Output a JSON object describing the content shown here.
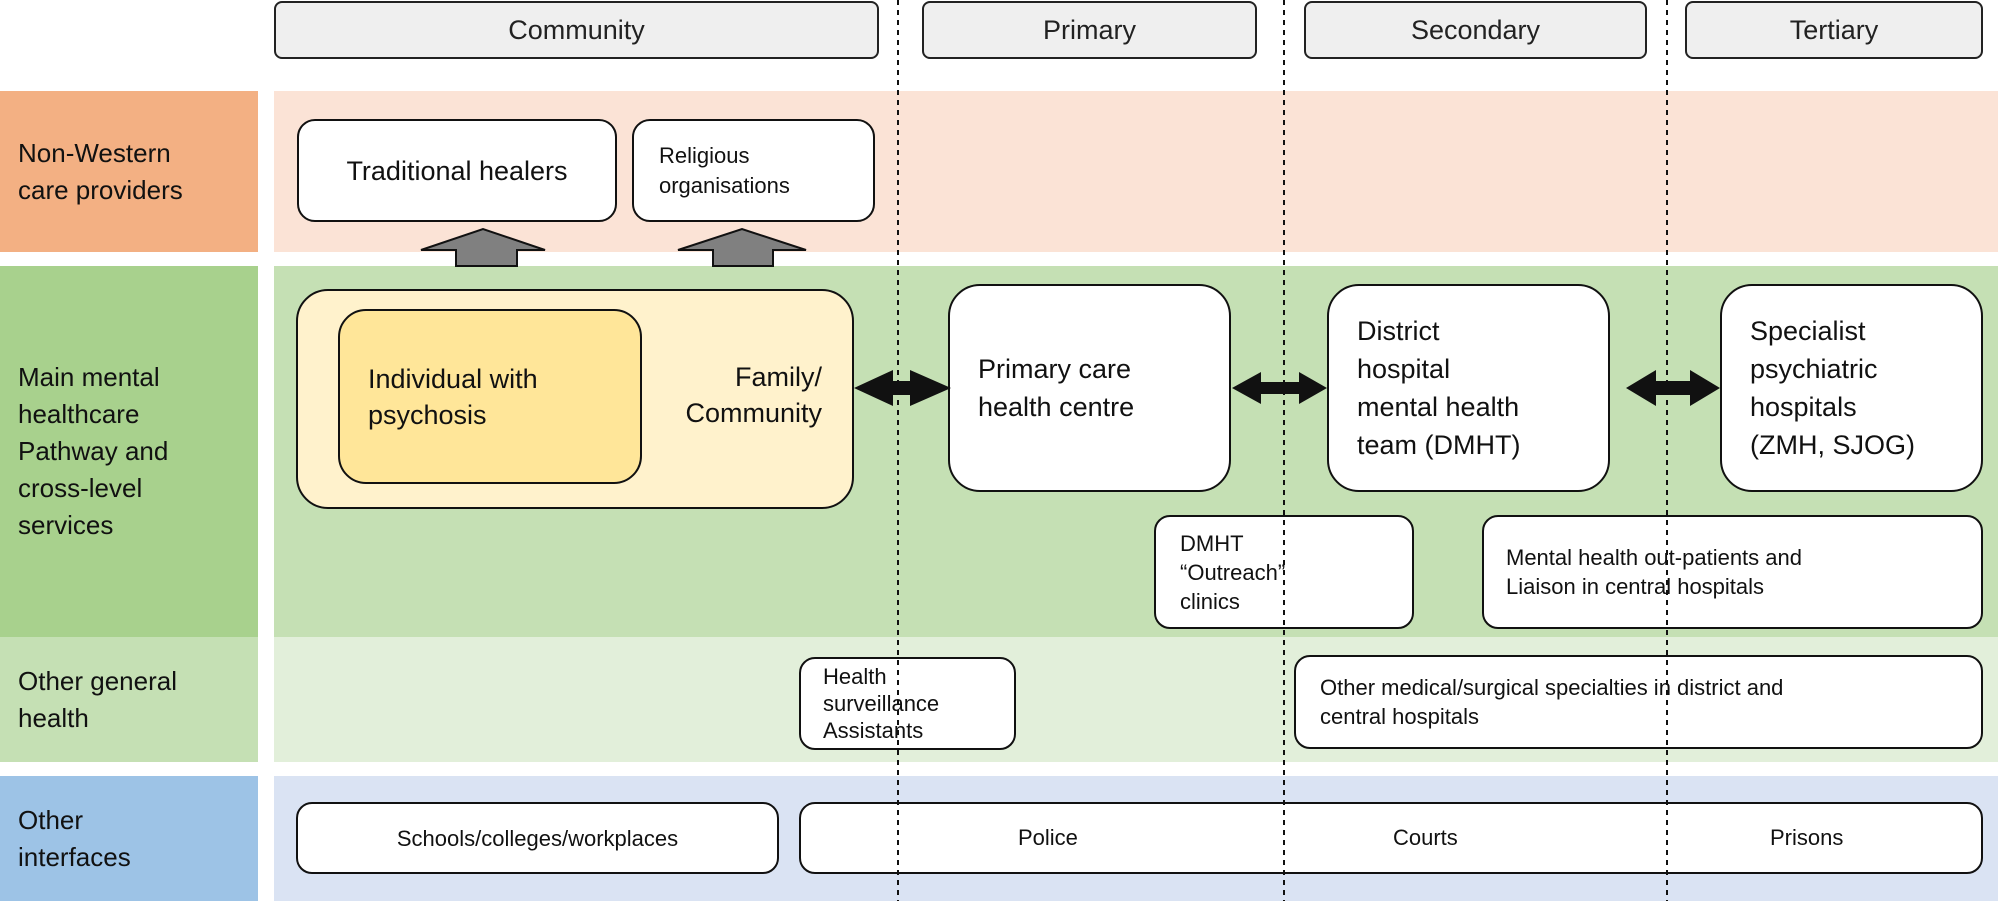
{
  "columns": [
    "Community",
    "Primary",
    "Secondary",
    "Tertiary"
  ],
  "rows": {
    "non_western": "Non-Western\ncare providers",
    "main_pathway": "Main mental\nhealthcare\nPathway and\ncross-level\nservices",
    "other_health": "Other general\nhealth",
    "other_interfaces": "Other\ninterfaces"
  },
  "non_western_boxes": {
    "traditional_healers": "Traditional healers",
    "religious_organisations": "Religious\norganisations"
  },
  "pathway": {
    "family_community": "Family/\nCommunity",
    "individual": "Individual with\npsychosis",
    "primary_care": "Primary care\nhealth centre",
    "dmht": "District\nhospital\nmental health\nteam (DMHT)",
    "specialist": "Specialist\npsychiatric\nhospitals\n(ZMH, SJOG)",
    "outreach": "DMHT\n“Outreach”\nclinics",
    "outpatients": "Mental health out-patients and\nLiaison in central hospitals"
  },
  "other_health_boxes": {
    "hsa": "Health\nsurveillance\nAssistants",
    "specialties": "Other medical/surgical specialties in district and\ncentral hospitals"
  },
  "interfaces": {
    "schools": "Schools/colleges/workplaces",
    "police": "Police",
    "courts": "Courts",
    "prisons": "Prisons"
  },
  "colors": {
    "non_western_label": "#f3b083",
    "non_western_band": "#fbe3d6",
    "main_label": "#a8d18d",
    "main_band": "#c5e0b4",
    "other_health_label": "#c5e0b4",
    "other_health_band": "#e2efda",
    "interfaces_label": "#9dc3e6",
    "interfaces_band": "#dae3f3",
    "family_fill": "#fff2cc",
    "individual_fill": "#ffe699",
    "up_arrow_fill": "#808080"
  }
}
